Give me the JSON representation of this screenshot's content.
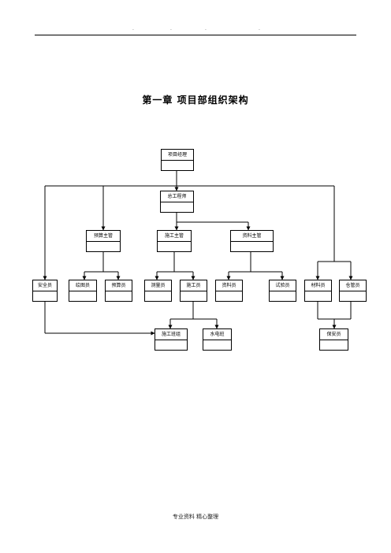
{
  "header_marks": [
    ".",
    ".",
    ".",
    "."
  ],
  "title": "第一章 项目部组织架构",
  "nodes": {
    "project_manager": "项目经理",
    "chief_engineer": "总工程师",
    "budget_supervisor": "预算主管",
    "construction_supervisor": "施工主管",
    "materials_supervisor": "资料主管",
    "safety_officer": "安全员",
    "drafter": "绘图员",
    "budget_officer": "预算员",
    "surveyor": "测量员",
    "construction_officer": "施工员",
    "document_officer": "资料员",
    "test_officer": "试验员",
    "material_officer": "材料员",
    "warehouse_keeper": "仓管员",
    "construction_team": "施工班组",
    "plumbing_electrical_team": "水电班",
    "security_guard": "保安员"
  },
  "footer": "专业资料 精心整理"
}
